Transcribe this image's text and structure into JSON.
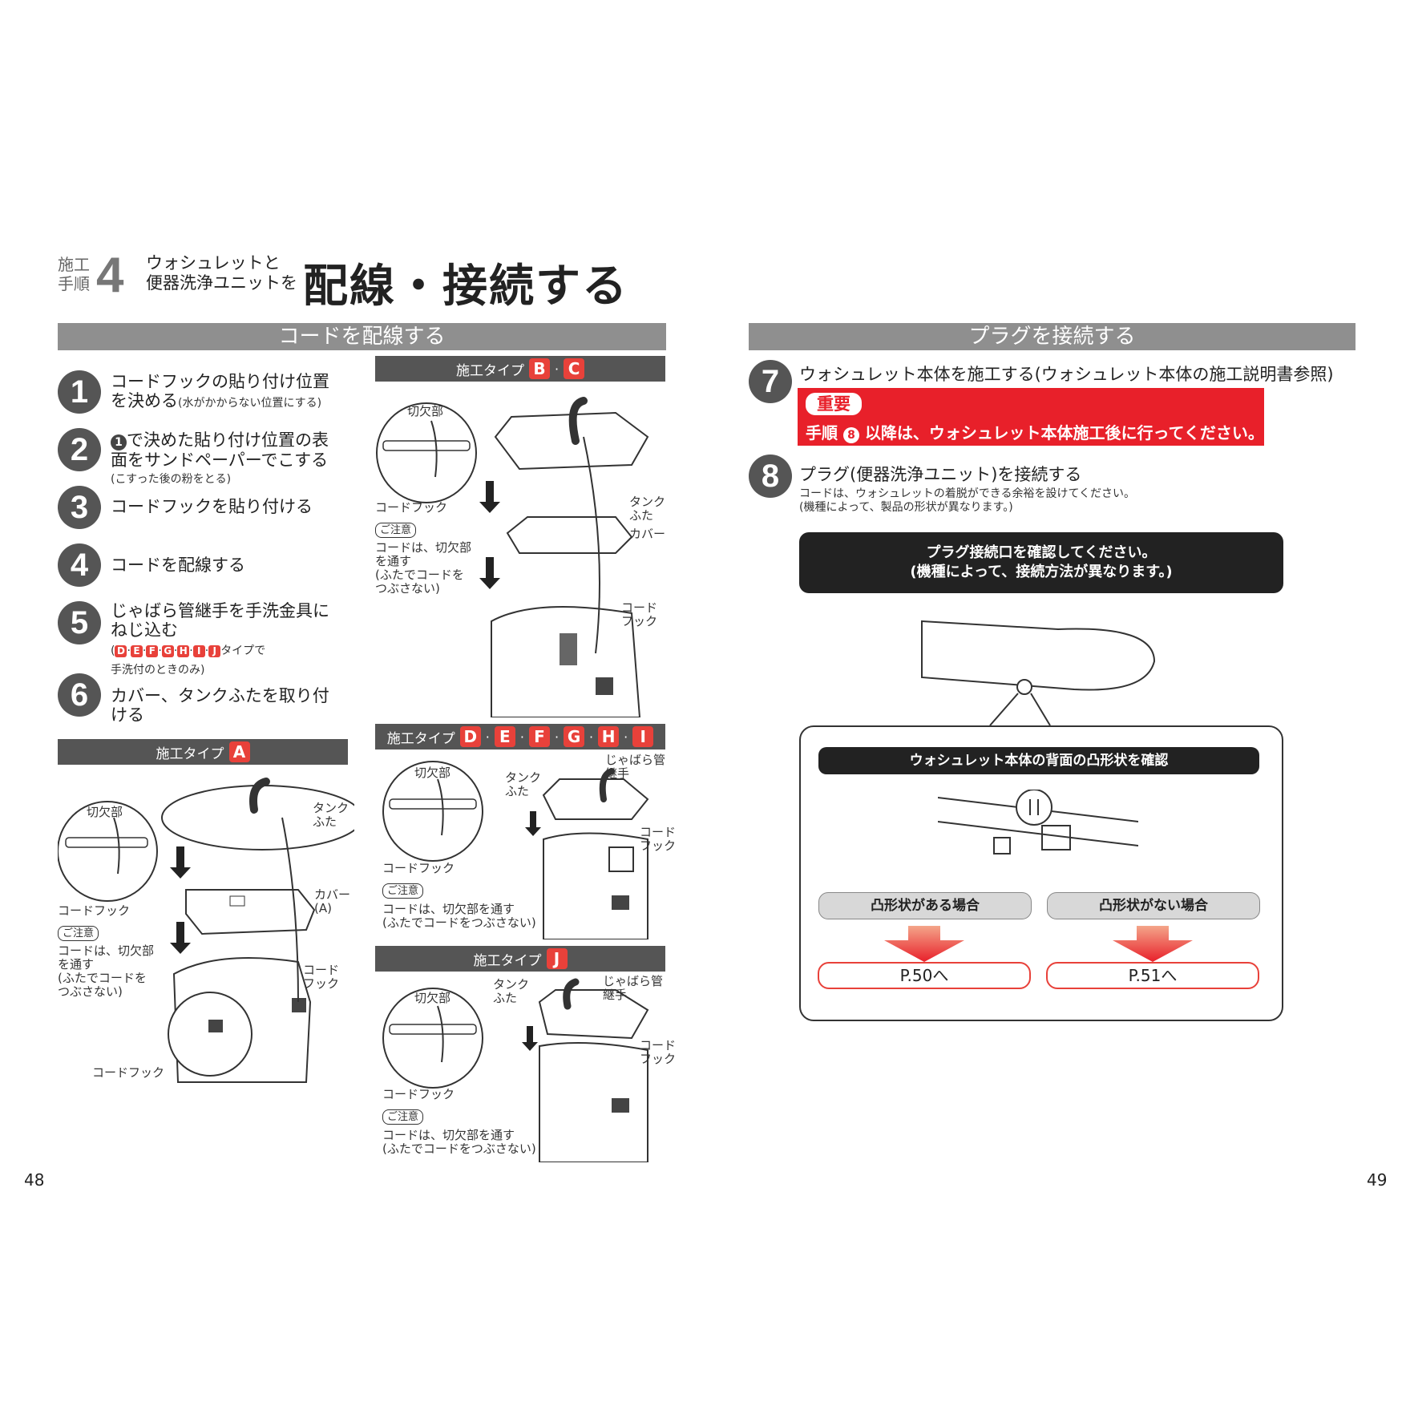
{
  "header": {
    "step_label_1": "施工",
    "step_label_2": "手順",
    "step_number": "4",
    "subtitle_1": "ウォシュレットと",
    "subtitle_2": "便器洗浄ユニットを",
    "title": "配線・接続する"
  },
  "left": {
    "section_title": "コードを配線する",
    "steps": [
      {
        "n": "1",
        "text": "コードフックの貼り付け位置",
        "text2": "を決める",
        "note": "(水がかからない位置にする)"
      },
      {
        "n": "2",
        "mark": "1",
        "text": "で決めた貼り付け位置の表",
        "text2": "面をサンドペーパーでこする",
        "note": "(こすった後の粉をとる)"
      },
      {
        "n": "3",
        "text": "コードフックを貼り付ける"
      },
      {
        "n": "4",
        "text": "コードを配線する"
      },
      {
        "n": "5",
        "text": "じゃばら管継手を手洗金具に",
        "text2": "ねじ込む",
        "note_tags": [
          "D",
          "E",
          "F",
          "G",
          "H",
          "I",
          "J"
        ],
        "note_suffix": "タイプで",
        "note2": "手洗付のときのみ)"
      },
      {
        "n": "6",
        "text": "カバー、タンクふたを取り付",
        "text2": "ける"
      }
    ],
    "type_a": {
      "label": "施工タイプ",
      "tag": "A"
    },
    "type_bc": {
      "label": "施工タイプ",
      "tags": [
        "B",
        "C"
      ]
    },
    "type_dei": {
      "label": "施工タイプ",
      "tags": [
        "D",
        "E",
        "F",
        "G",
        "H",
        "I"
      ]
    },
    "type_j": {
      "label": "施工タイプ",
      "tag": "J"
    },
    "labels": {
      "notch": "切欠部",
      "cord_hook": "コードフック",
      "caution": "ご注意",
      "note_a_1": "コードは、切欠部",
      "note_a_2": "を通す",
      "note_a_3": "(ふたでコードを",
      "note_a_4": "つぶさない)",
      "note_bc_1": "コードは、切欠部",
      "note_bc_2": "を通す",
      "note_bc_3": "(ふたでコードを",
      "note_bc_4": "つぶさない)",
      "note_short_1": "コードは、切欠部を通す",
      "note_short_2": "(ふたでコードをつぶさない)",
      "tank_lid_1": "タンク",
      "tank_lid_2": "ふた",
      "cover": "カバー",
      "cover_a_1": "カバー",
      "cover_a_2": "(A)",
      "cord_1": "コード",
      "cord_2": "フック",
      "bellows_1": "じゃばら管",
      "bellows_2": "継手"
    },
    "page_number": "48"
  },
  "right": {
    "section_title": "プラグを接続する",
    "step7": {
      "n": "7",
      "text": "ウォシュレット本体を施工する(ウォシュレット本体の施工説明書参照)"
    },
    "important": {
      "badge": "重要",
      "text_before": "手順",
      "mark": "8",
      "text_after": "以降は、ウォシュレット本体施工後に行ってください。"
    },
    "step8": {
      "n": "8",
      "text": "プラグ(便器洗浄ユニット)を接続する",
      "note1": "コードは、ウォシュレットの着脱ができる余裕を設けてください。",
      "note2": "(機種によって、製品の形状が異なります。)"
    },
    "black_box": {
      "line1": "プラグ接続口を確認してください。",
      "line2": "(機種によって、接続方法が異なります。)"
    },
    "check_title": "ウォシュレット本体の背面の凸形状を確認",
    "case_yes": "凸形状がある場合",
    "case_no": "凸形状がない場合",
    "ref_yes": "P.50へ",
    "ref_no": "P.51へ",
    "page_number": "49"
  },
  "colors": {
    "accent_red": "#e8413a",
    "bar_gray": "#8f8f8f",
    "dark": "#222222"
  }
}
